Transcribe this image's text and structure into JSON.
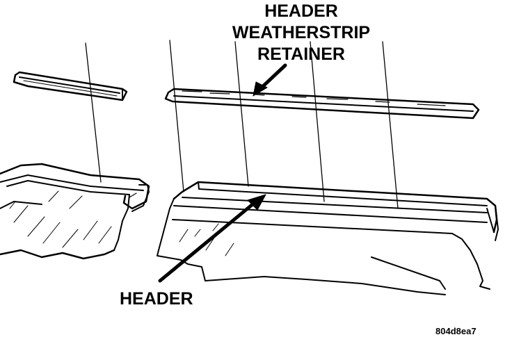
{
  "labels": {
    "weatherstrip_retainer_line1": "HEADER",
    "weatherstrip_retainer_line2": "WEATHERSTRIP",
    "weatherstrip_retainer_line3": "RETAINER",
    "header": "HEADER",
    "figure_code": "804d8ea7"
  },
  "colors": {
    "ink": "#000000",
    "paper": "#ffffff"
  }
}
